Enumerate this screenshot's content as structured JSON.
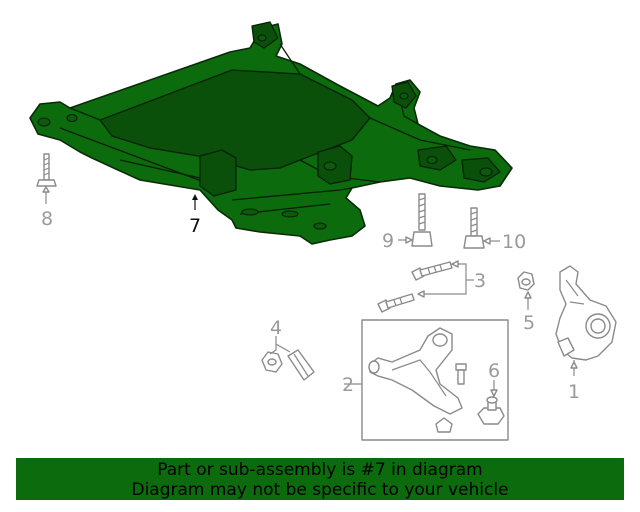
{
  "banner": {
    "line1": "Part or sub-assembly is #7 in diagram",
    "line2": "Diagram may not be specific to your vehicle"
  },
  "callouts": {
    "c1": "1",
    "c2": "2",
    "c3": "3",
    "c4": "4",
    "c5": "5",
    "c6": "6",
    "c7": "7",
    "c8": "8",
    "c9": "9",
    "c10": "10"
  },
  "colors": {
    "highlight": "#0c6b0c",
    "line_art": "#8a8a8a"
  }
}
